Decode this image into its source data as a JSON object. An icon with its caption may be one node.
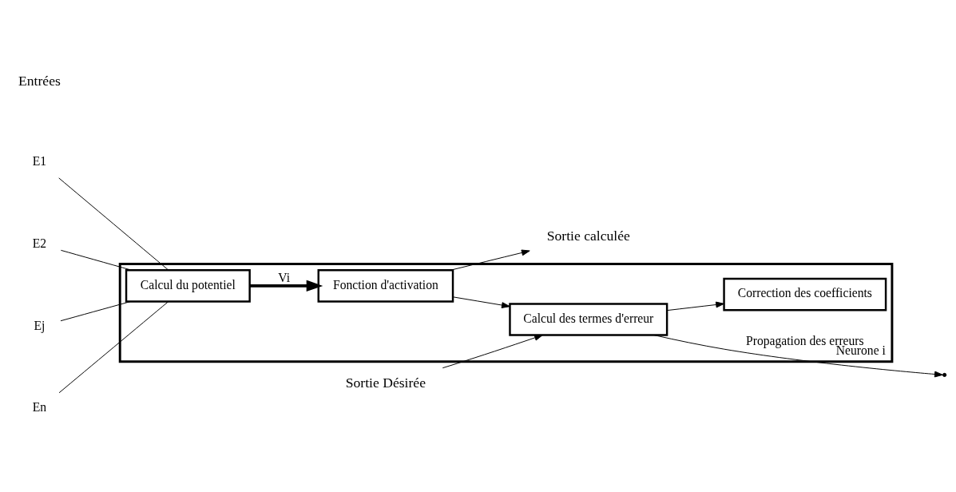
{
  "diagram": {
    "nodes": [
      {
        "text": [
          "Neurone i"
        ]
      },
      {
        "text": [
          "Correction des coefficients"
        ],
        "in": 0
      },
      {
        "text": [
          "Calcul des termes d'erreur"
        ],
        "in": 0
      },
      {
        "text": [
          "Calcul du potentiel"
        ],
        "in": 0
      },
      {
        "text": [
          "Fonction d'activation"
        ],
        "in": 0
      },
      {
        "text": [
          "E1"
        ]
      },
      {
        "text": [
          "E2"
        ]
      },
      {
        "text": [
          "Ej"
        ]
      },
      {
        "text": [
          "En"
        ]
      },
      {
        "text": [
          "Sortie Désirée"
        ]
      },
      {
        "text": [
          "Sortie calculée"
        ]
      }
    ],
    "edges": [
      {
        "from": 2,
        "to": 1,
        "arrow": "to"
      },
      {
        "from": 2,
        "to": null,
        "arrow": "to",
        "label": "Propagation des erreurs"
      },
      {
        "from": 9,
        "to": 2,
        "arrow": "to"
      },
      {
        "from": 4,
        "to": 2,
        "arrow": "to"
      },
      {
        "from": 4,
        "to": 10,
        "arrow": "to"
      },
      {
        "from": 3,
        "to": 4,
        "arrow": "to",
        "label": "Vi",
        "style": "thick"
      },
      {
        "from": 5,
        "to": 3,
        "arrow": "none"
      },
      {
        "from": 6,
        "to": 3,
        "arrow": "none"
      },
      {
        "from": 7,
        "to": 3,
        "arrow": "none"
      },
      {
        "from": 8,
        "to": 3,
        "arrow": "none"
      }
    ],
    "labels": [
      "Entrées"
    ]
  }
}
